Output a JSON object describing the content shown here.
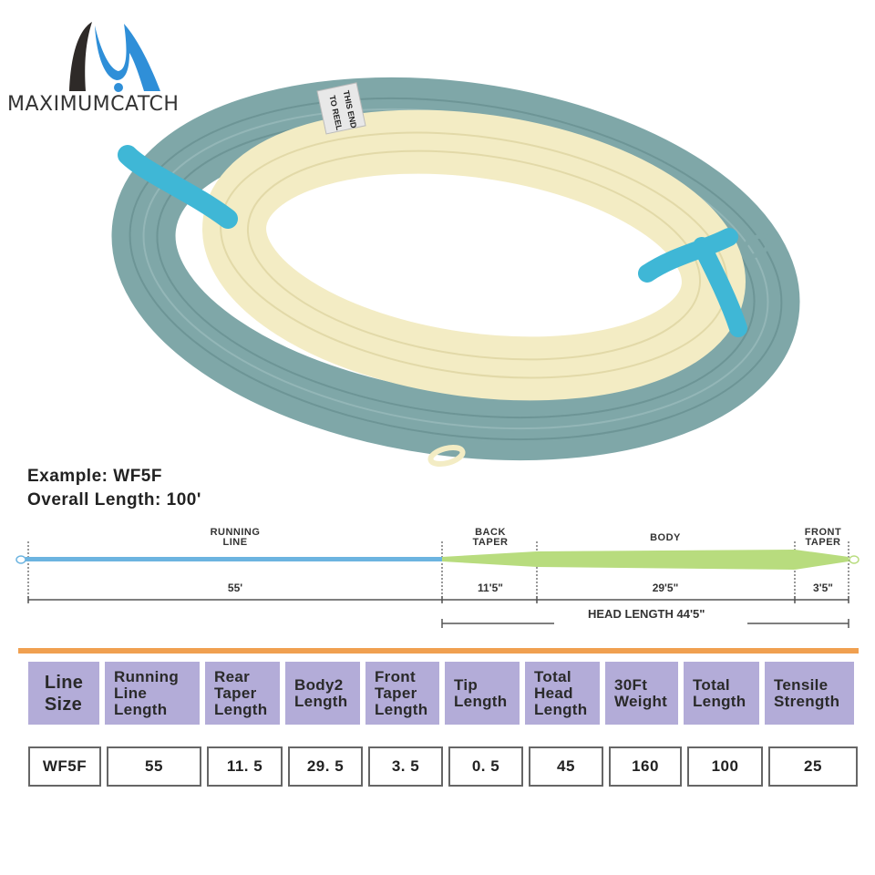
{
  "brand": {
    "name": "MAXIMUMCATCH",
    "colors": {
      "dark": "#2e2a28",
      "blue": "#2f8fd8"
    }
  },
  "product_image": {
    "label_line1": "THIS END",
    "label_line2": "TO REEL",
    "colors": {
      "running_line": "#7fa7a8",
      "head": "#f3ecc4",
      "ties": "#3fb7d6"
    }
  },
  "example": {
    "line1_label": "Example",
    "line1_value": "WF5F",
    "line2_label": "Overall  Length",
    "line2_value": "100'"
  },
  "taper_diagram": {
    "segments": [
      {
        "label1": "RUNNING",
        "label2": "LINE",
        "length": "55'"
      },
      {
        "label1": "BACK",
        "label2": "TAPER",
        "length": "11'5\""
      },
      {
        "label1": "BODY",
        "label2": "",
        "length": "29'5\""
      },
      {
        "label1": "FRONT",
        "label2": "TAPER",
        "length": "3'5\""
      }
    ],
    "head_length": "HEAD LENGTH 44'5\"",
    "colors": {
      "running_line": "#6cb4e0",
      "head": "#b8dc7e",
      "accent_rule": "#f0a050"
    }
  },
  "spec_table": {
    "headers": [
      "Line\nSize",
      "Running\nLine\nLength",
      "Rear\nTaper\nLength",
      "Body2\nLength",
      "Front\nTaper\nLength",
      "Tip\nLength",
      "Total\nHead\nLength",
      "30Ft\nWeight",
      "Total\nLength",
      "Tensile\nStrength"
    ],
    "rows": [
      [
        "WF5F",
        "55",
        "11. 5",
        "29. 5",
        "3. 5",
        "0. 5",
        "45",
        "160",
        "100",
        "25"
      ]
    ],
    "header_color": "#b3acd8"
  }
}
